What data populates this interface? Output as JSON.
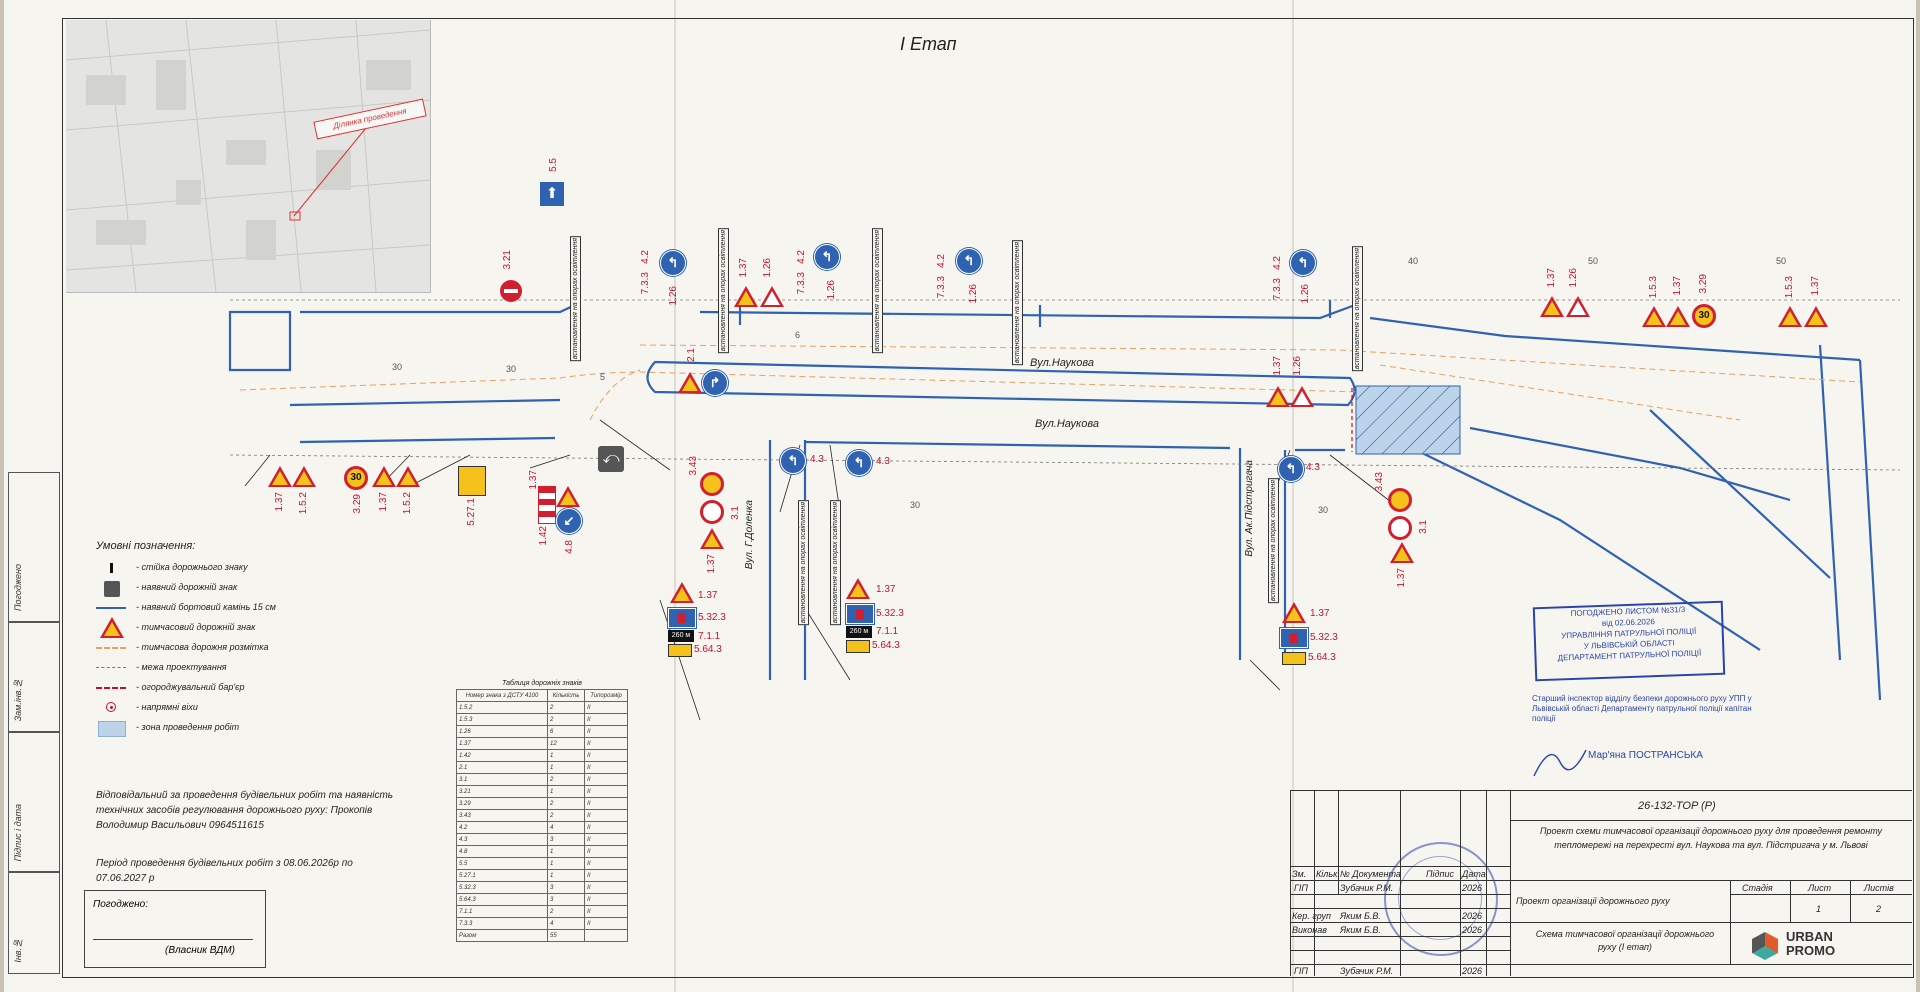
{
  "stage_title": "I Етап",
  "minimap": {
    "label": "Ділянка проведення"
  },
  "streets": {
    "naukova_top": "Вул.Наукова",
    "naukova_bottom": "Вул.Наукова",
    "dolenka": "Вул. Г.Доленка",
    "pidstryhacha": "Вул. Ак.Підстригача"
  },
  "dimensions": {
    "d30a": "30",
    "d30b": "30",
    "d5": "5",
    "d6": "6",
    "d30c": "30",
    "d30d": "30",
    "d40": "40",
    "d50a": "50",
    "d50b": "50"
  },
  "sign_codes": {
    "c_5_5": "5.5",
    "c_3_21": "3.21",
    "c_4_2a": "4.2",
    "c_7_3_3a": "7.3.3",
    "c_1_26a": "1.26",
    "c_1_37a": "1.37",
    "c_1_26b": "1.26",
    "c_4_2b": "4.2",
    "c_7_3_3b": "7.3.3",
    "c_1_26c": "1.26",
    "c_4_2c": "4.2",
    "c_7_3_3c": "7.3.3",
    "c_1_26d": "1.26",
    "c_4_2d": "4.2",
    "c_7_3_3d": "7.3.3",
    "c_1_26e": "1.26",
    "c_1_37b": "1.37",
    "c_1_26f": "1.26",
    "c_1_5_3a": "1.5.3",
    "c_1_37c": "1.37",
    "c_3_29a": "3.29",
    "c_1_5_3b": "1.5.3",
    "c_1_37d": "1.37",
    "c_2_1": "2.1",
    "c_1_37e": "1.37",
    "c_1_26g": "1.26",
    "c_1_37f": "1.37",
    "c_1_5_2a": "1.5.2",
    "c_3_29b": "3.29",
    "c_1_37g": "1.37",
    "c_1_5_2b": "1.5.2",
    "c_5_27_1": "5.27.1",
    "c_1_37h": "1.37",
    "c_1_42": "1.42",
    "c_4_8": "4.8",
    "c_3_43a": "3.43",
    "c_3_1a": "3.1",
    "c_1_37i": "1.37",
    "c_4_3a": "4.3",
    "c_4_3b": "4.3",
    "c_4_3c": "4.3",
    "c_3_43b": "3.43",
    "c_3_1b": "3.1",
    "c_1_37j": "1.37",
    "c_1_37k": "1.37",
    "c_5_32_3a": "5.32.3",
    "c_7_1_1a": "7.1.1",
    "c_5_64_3a": "5.64.3",
    "c_1_37l": "1.37",
    "c_5_32_3b": "5.32.3",
    "c_7_1_1b": "7.1.1",
    "c_5_64_3b": "5.64.3",
    "c_1_37m": "1.37",
    "c_5_32_3c": "5.32.3",
    "c_5_64_3c": "5.64.3",
    "speed": "30",
    "dist_plate": "260 м"
  },
  "vertical_notes": {
    "n1": "встановлення на опорах освітлення",
    "n2": "встановлення на опорах освітлення",
    "n3": "встановлення на опорах освітлення",
    "n4": "встановлення на опорах освітлення",
    "n5": "встановлення на опорах освітлення",
    "n6": "встановлення на опорах освітлення",
    "n7": "встановлення на опорах освітлення",
    "n8": "встановлення на опорах освітлення"
  },
  "legend": {
    "title": "Умовні позначення:",
    "items": [
      "- стійка дорожнього знаку",
      "- наявний дорожній знак",
      "- наявний бортовий камінь 15 см",
      "- тимчасовий дорожній знак",
      "- тимчасова дорожня розмітка",
      "- межа проектування",
      "- огороджувальний бар'єр",
      "- напрямні віхи",
      "- зона проведення робіт"
    ]
  },
  "responsible": "Відповідальний за проведення будівельних робіт та наявність технічних засобів регулювання дорожнього руху: Прокопів Володимир Васильович 0964511615",
  "period": "Період проведення будівельних робіт з 08.06.2026р по 07.06.2027 р",
  "agree": {
    "title": "Погоджено:",
    "role": "(Власник ВДМ)"
  },
  "side_table": {
    "c1": "Погоджено",
    "c2": "Зам.інв.№",
    "c3": "Підпис і дата",
    "c4": "Інв.№"
  },
  "sign_table": {
    "caption": "Таблиця дорожніх знаків",
    "headers": [
      "Номер знака з ДСТУ 4100",
      "Кількість",
      "Типорозмір"
    ],
    "rows": [
      [
        "1.5.2",
        "2",
        "II"
      ],
      [
        "1.5.3",
        "2",
        "II"
      ],
      [
        "1.26",
        "6",
        "II"
      ],
      [
        "1.37",
        "12",
        "II"
      ],
      [
        "1.42",
        "1",
        "II"
      ],
      [
        "2.1",
        "1",
        "II"
      ],
      [
        "3.1",
        "2",
        "II"
      ],
      [
        "3.21",
        "1",
        "II"
      ],
      [
        "3.29",
        "2",
        "II"
      ],
      [
        "3.43",
        "2",
        "II"
      ],
      [
        "4.2",
        "4",
        "II"
      ],
      [
        "4.3",
        "3",
        "II"
      ],
      [
        "4.8",
        "1",
        "II"
      ],
      [
        "5.5",
        "1",
        "II"
      ],
      [
        "5.27.1",
        "1",
        "II"
      ],
      [
        "5.32.3",
        "3",
        "II"
      ],
      [
        "5.64.3",
        "3",
        "II"
      ],
      [
        "7.1.1",
        "2",
        "II"
      ],
      [
        "7.3.3",
        "4",
        "II"
      ]
    ],
    "total_label": "Разом",
    "total": "55"
  },
  "stamp": {
    "l1": "ПОГОДЖЕНО ЛИСТОМ №31/3",
    "l2": "від 02.06.2026",
    "l3": "УПРАВЛІННЯ ПАТРУЛЬНОЇ ПОЛІЦІЇ",
    "l4": "У ЛЬВІВСЬКІЙ ОБЛАСТІ",
    "l5": "ДЕПАРТАМЕНТ ПАТРУЛЬНОЇ ПОЛІЦІЇ",
    "note": "Старший інспектор відділу безпеки дорожнього руху УПП у Львівській області Департаменту патрульної поліції капітан поліції",
    "name": "Мар'яна ПОСТРАНСЬКА"
  },
  "title_block": {
    "code": "26-132-TOP (P)",
    "project": "Проект схеми тимчасової організації дорожнього руху для проведення ремонту тепломережі на перехресті вул. Наукова та вул. Підстригача у м. Львові",
    "hdr": [
      "Зм.",
      "Кільк.",
      "№ Документа",
      "Підпис",
      "Дата"
    ],
    "r1": [
      "ГІП",
      "Зубачик Р.М.",
      "2026"
    ],
    "r2": [
      "Кер. груп",
      "Яким Б.В.",
      "2026"
    ],
    "r3": [
      "Виконав",
      "Яким Б.В.",
      "2026"
    ],
    "r4": [
      "ГІП",
      "Зубачик Р.М.",
      "2026"
    ],
    "section": "Проект організації дорожнього руху",
    "sheet_desc": "Схема тимчасової організації дорожнього руху (I етап)",
    "stage_h": "Стадія",
    "sheet_h": "Лист",
    "sheets_h": "Листів",
    "sheet": "1",
    "sheets": "2"
  },
  "logo": {
    "l1": "URBAN",
    "l2": "PROMO"
  },
  "colors": {
    "road": "#2f62b0",
    "sign_red": "#d01f2f",
    "sign_blue": "#2f62b0",
    "stamp": "#2a45a8"
  }
}
